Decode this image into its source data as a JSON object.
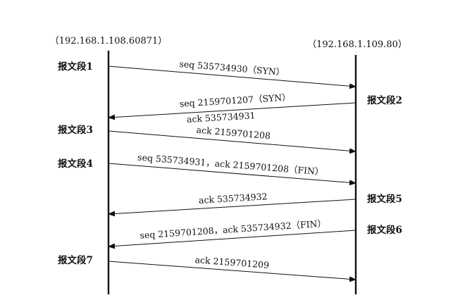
{
  "hosts": {
    "left": "（192.168.1.108.60871）",
    "right": "（192.168.1.109.80）"
  },
  "messages": [
    {
      "segment": "报文段1",
      "side": "left",
      "direction": "right",
      "label": "seq 535734930（SYN）",
      "sublabel": ""
    },
    {
      "segment": "报文段2",
      "side": "right",
      "direction": "left",
      "label": "seq 2159701207（SYN）",
      "sublabel": "ack 535734931"
    },
    {
      "segment": "报文段3",
      "side": "left",
      "direction": "right",
      "label": "ack 2159701208",
      "sublabel": ""
    },
    {
      "segment": "报文段4",
      "side": "left",
      "direction": "right",
      "label": "seq 535734931，ack 2159701208（FIN）",
      "sublabel": ""
    },
    {
      "segment": "报文段5",
      "side": "right",
      "direction": "left",
      "label": "ack 535734932",
      "sublabel": ""
    },
    {
      "segment": "报文段6",
      "side": "right",
      "direction": "left",
      "label": "seq 2159701208，ack 535734932（FIN）",
      "sublabel": ""
    },
    {
      "segment": "报文段7",
      "side": "left",
      "direction": "right",
      "label": "ack 2159701209",
      "sublabel": ""
    }
  ]
}
